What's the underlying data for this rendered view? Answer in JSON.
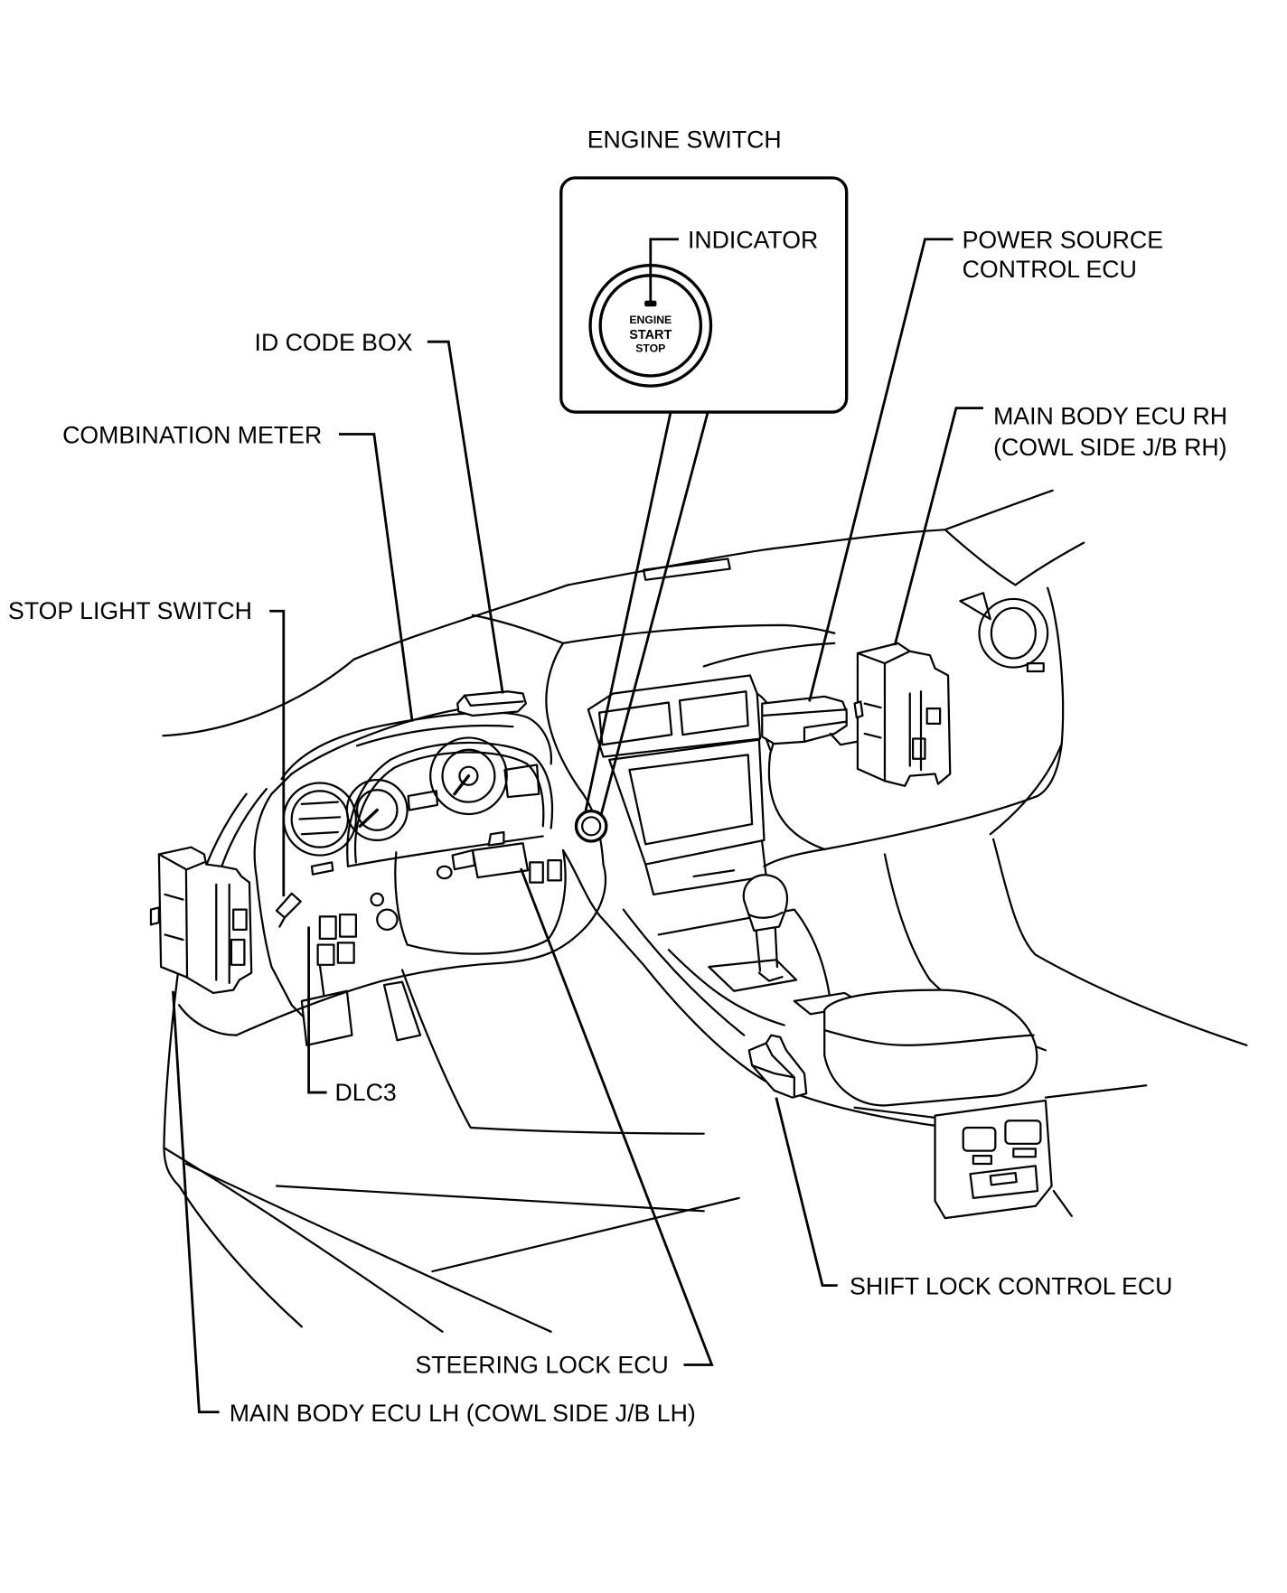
{
  "diagram": {
    "title": "ENGINE SWITCH",
    "engine_switch": {
      "indicator_label": "INDICATOR",
      "button_text": {
        "line1": "ENGINE",
        "line2": "START",
        "line3": "STOP"
      }
    },
    "labels": {
      "power_source_control_ecu": [
        "POWER SOURCE",
        "CONTROL ECU"
      ],
      "id_code_box": "ID CODE BOX",
      "main_body_ecu_rh": [
        "MAIN BODY ECU RH",
        "(COWL SIDE J/B RH)"
      ],
      "combination_meter": "COMBINATION METER",
      "stop_light_switch": "STOP LIGHT SWITCH",
      "dlc3": "DLC3",
      "shift_lock_control_ecu": "SHIFT LOCK CONTROL ECU",
      "steering_lock_ecu": "STEERING LOCK ECU",
      "main_body_ecu_lh": "MAIN BODY ECU LH (COWL SIDE J/B LH)"
    },
    "colors": {
      "ink": "#000000",
      "paper": "#ffffff"
    }
  }
}
